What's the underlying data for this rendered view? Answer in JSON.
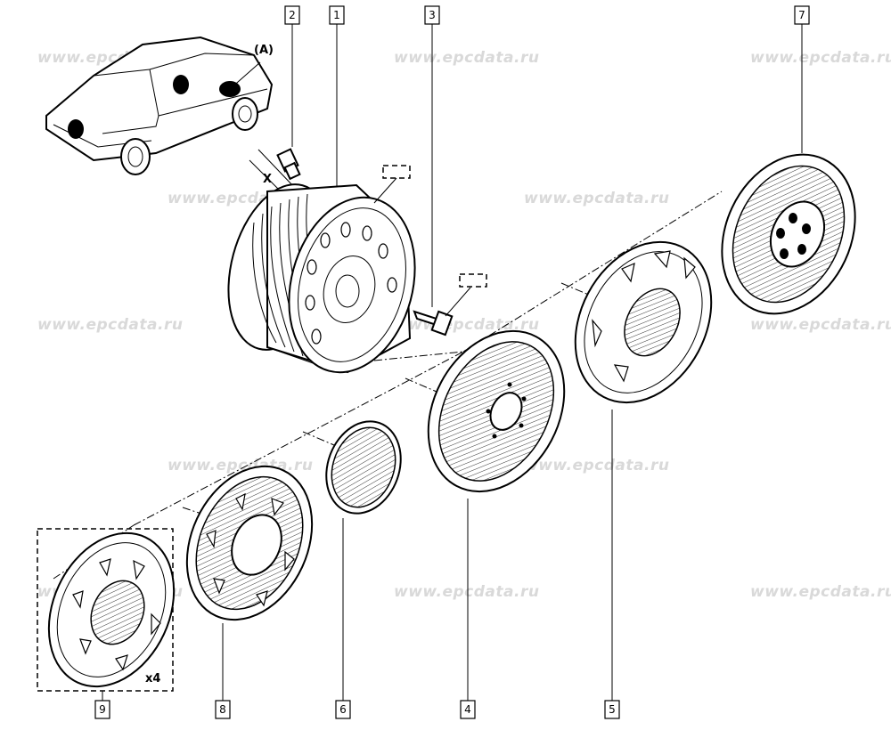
{
  "watermark": "www.epcdata.ru",
  "car_label": "(A)",
  "dimension_label": "X",
  "quantity_label": "x4",
  "callouts": [
    "1",
    "2",
    "3",
    "4",
    "5",
    "6",
    "7",
    "8",
    "9"
  ]
}
